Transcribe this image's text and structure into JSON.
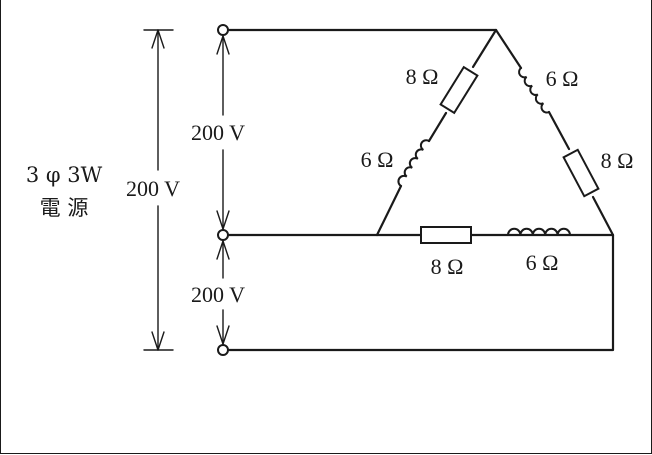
{
  "source": {
    "line1": "3 φ 3W",
    "line2": "電 源"
  },
  "voltages": {
    "line_1_2": "200 V",
    "line_1_3": "200 V",
    "line_2_3": "200 V"
  },
  "impedances": {
    "left_resistor": "8 Ω",
    "left_inductor": "6 Ω",
    "right_inductor": "6 Ω",
    "right_resistor": "8 Ω",
    "bottom_resistor": "8 Ω",
    "bottom_inductor": "6 Ω"
  }
}
